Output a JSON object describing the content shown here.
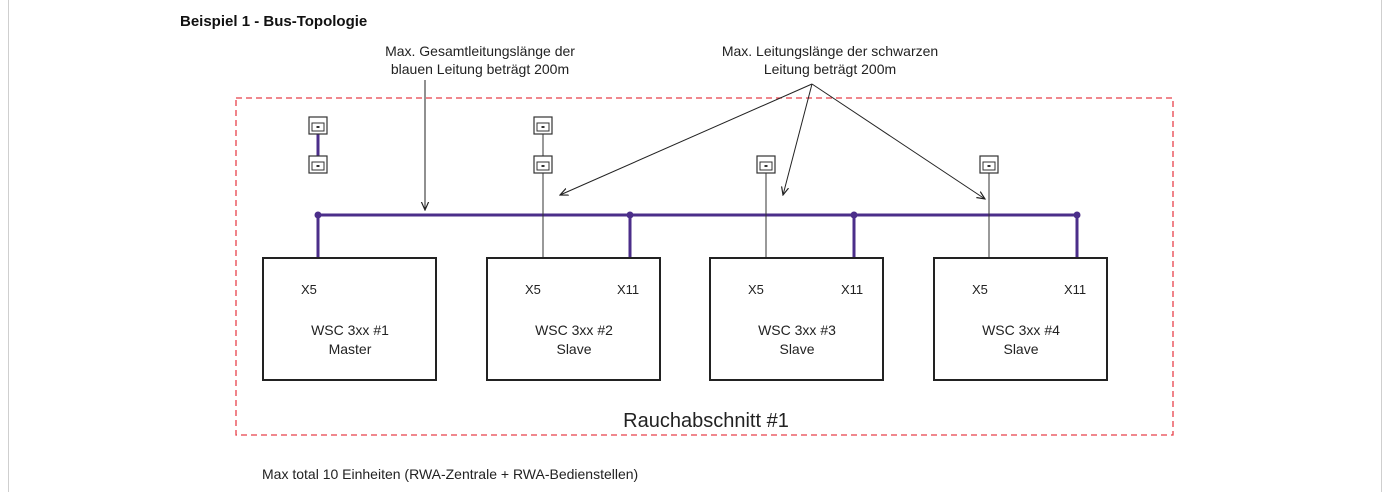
{
  "title": "Beispiel 1 - Bus-Topologie",
  "note_blue": {
    "line1": "Max. Gesamtleitungslänge der",
    "line2": "blauen Leitung beträgt 200m"
  },
  "note_black": {
    "line1": "Max. Leitungslänge der schwarzen",
    "line2": "Leitung beträgt 200m"
  },
  "zone_label": "Rauchabschnitt #1",
  "footer": "Max total 10 Einheiten (RWA-Zentrale + RWA-Bedienstellen)",
  "colors": {
    "bus": "#4b2e8a",
    "zone_border": "#e8414a",
    "device_border": "#222222"
  },
  "units": [
    {
      "name": "WSC 3xx #1",
      "role": "Master",
      "port_left": "X5",
      "port_right": ""
    },
    {
      "name": "WSC 3xx #2",
      "role": "Slave",
      "port_left": "X5",
      "port_right": "X11"
    },
    {
      "name": "WSC 3xx #3",
      "role": "Slave",
      "port_left": "X5",
      "port_right": "X11"
    },
    {
      "name": "WSC 3xx #4",
      "role": "Slave",
      "port_left": "X5",
      "port_right": "X11"
    }
  ]
}
